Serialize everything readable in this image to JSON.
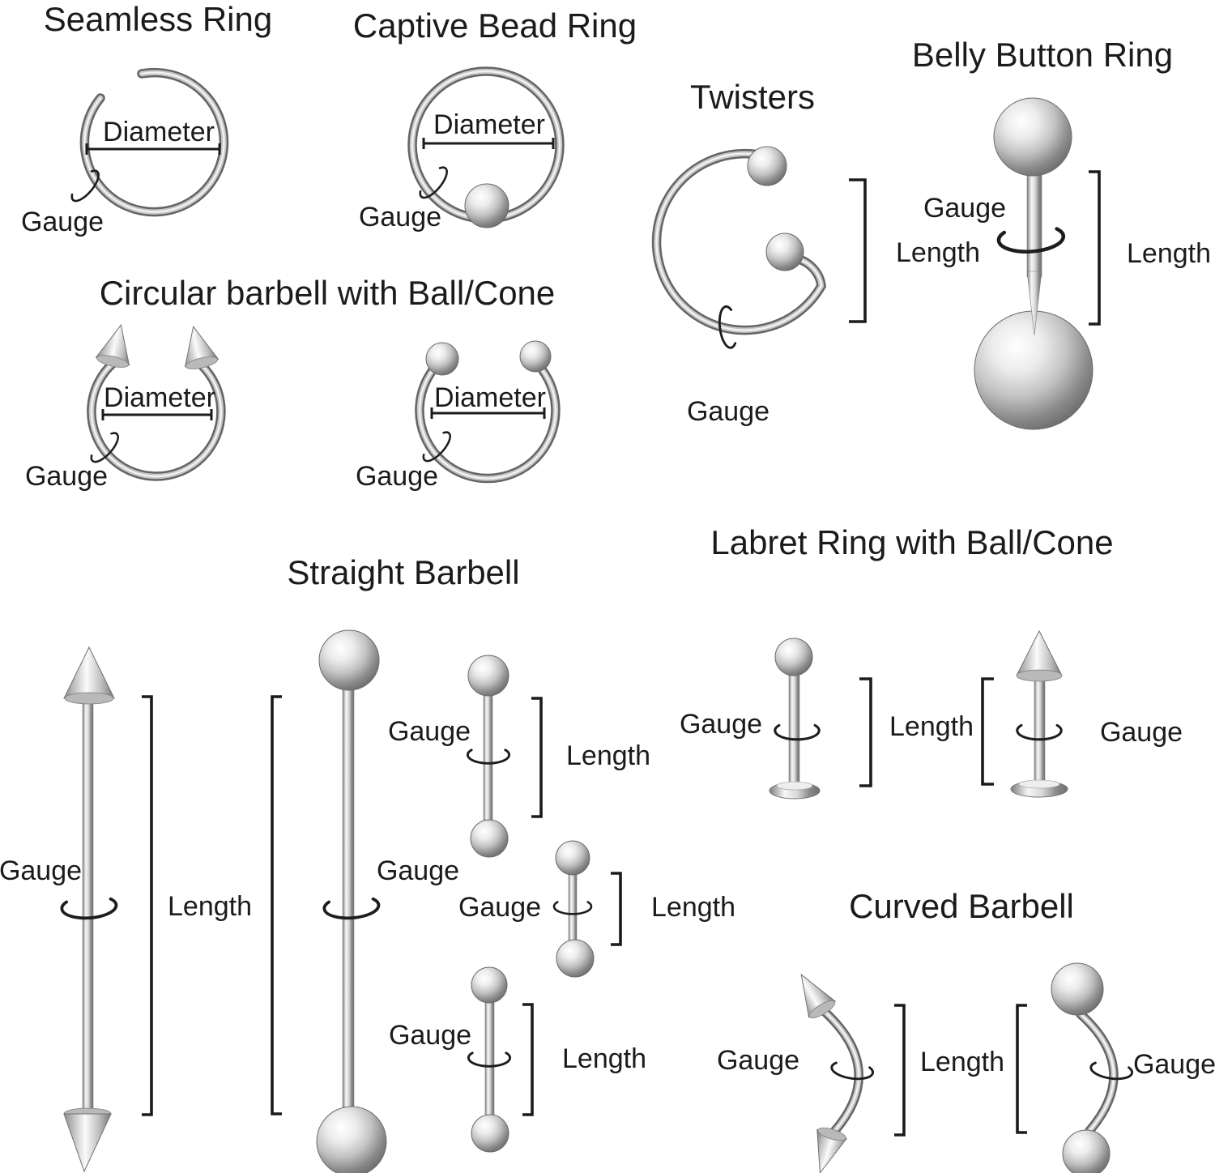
{
  "figure": {
    "type": "product-sizing-diagram",
    "subject": "body piercing jewelry measurement guide",
    "background": "#ffffff",
    "ink": "#1b1b1b",
    "metal_light": "#f5f5f5",
    "metal_mid": "#c0c0c0",
    "metal_dark": "#6a6a6a"
  },
  "sections": {
    "seamless_ring": {
      "title": "Seamless Ring",
      "diameter_label": "Diameter",
      "gauge_label": "Gauge"
    },
    "captive_bead_ring": {
      "title": "Captive Bead Ring",
      "diameter_label": "Diameter",
      "gauge_label": "Gauge"
    },
    "twisters": {
      "title": "Twisters",
      "length_label": "Length",
      "gauge_label": "Gauge"
    },
    "belly_button_ring": {
      "title": "Belly Button Ring",
      "gauge_label": "Gauge",
      "length_label": "Length"
    },
    "circular_barbell": {
      "title": "Circular barbell with Ball/Cone",
      "cone_variant": {
        "diameter_label": "Diameter",
        "gauge_label": "Gauge"
      },
      "ball_variant": {
        "diameter_label": "Diameter",
        "gauge_label": "Gauge"
      }
    },
    "labret_ring": {
      "title": "Labret Ring with Ball/Cone",
      "ball_variant": {
        "gauge_label": "Gauge"
      },
      "length_label": "Length",
      "cone_variant": {
        "gauge_label": "Gauge"
      }
    },
    "straight_barbell": {
      "title": "Straight Barbell",
      "industrial_cone": {
        "gauge_label": "Gauge"
      },
      "industrial_length_label": "Length",
      "industrial_ball": {
        "gauge_label": "Gauge"
      },
      "barbell_top": {
        "gauge_label": "Gauge",
        "length_label": "Length"
      },
      "barbell_middle": {
        "gauge_label": "Gauge",
        "length_label": "Length"
      },
      "barbell_bottom": {
        "gauge_label": "Gauge",
        "length_label": "Length"
      }
    },
    "curved_barbell": {
      "title": "Curved Barbell",
      "cone_variant": {
        "gauge_label": "Gauge"
      },
      "length_label": "Length",
      "ball_variant": {
        "gauge_label": "Gauge"
      }
    }
  }
}
